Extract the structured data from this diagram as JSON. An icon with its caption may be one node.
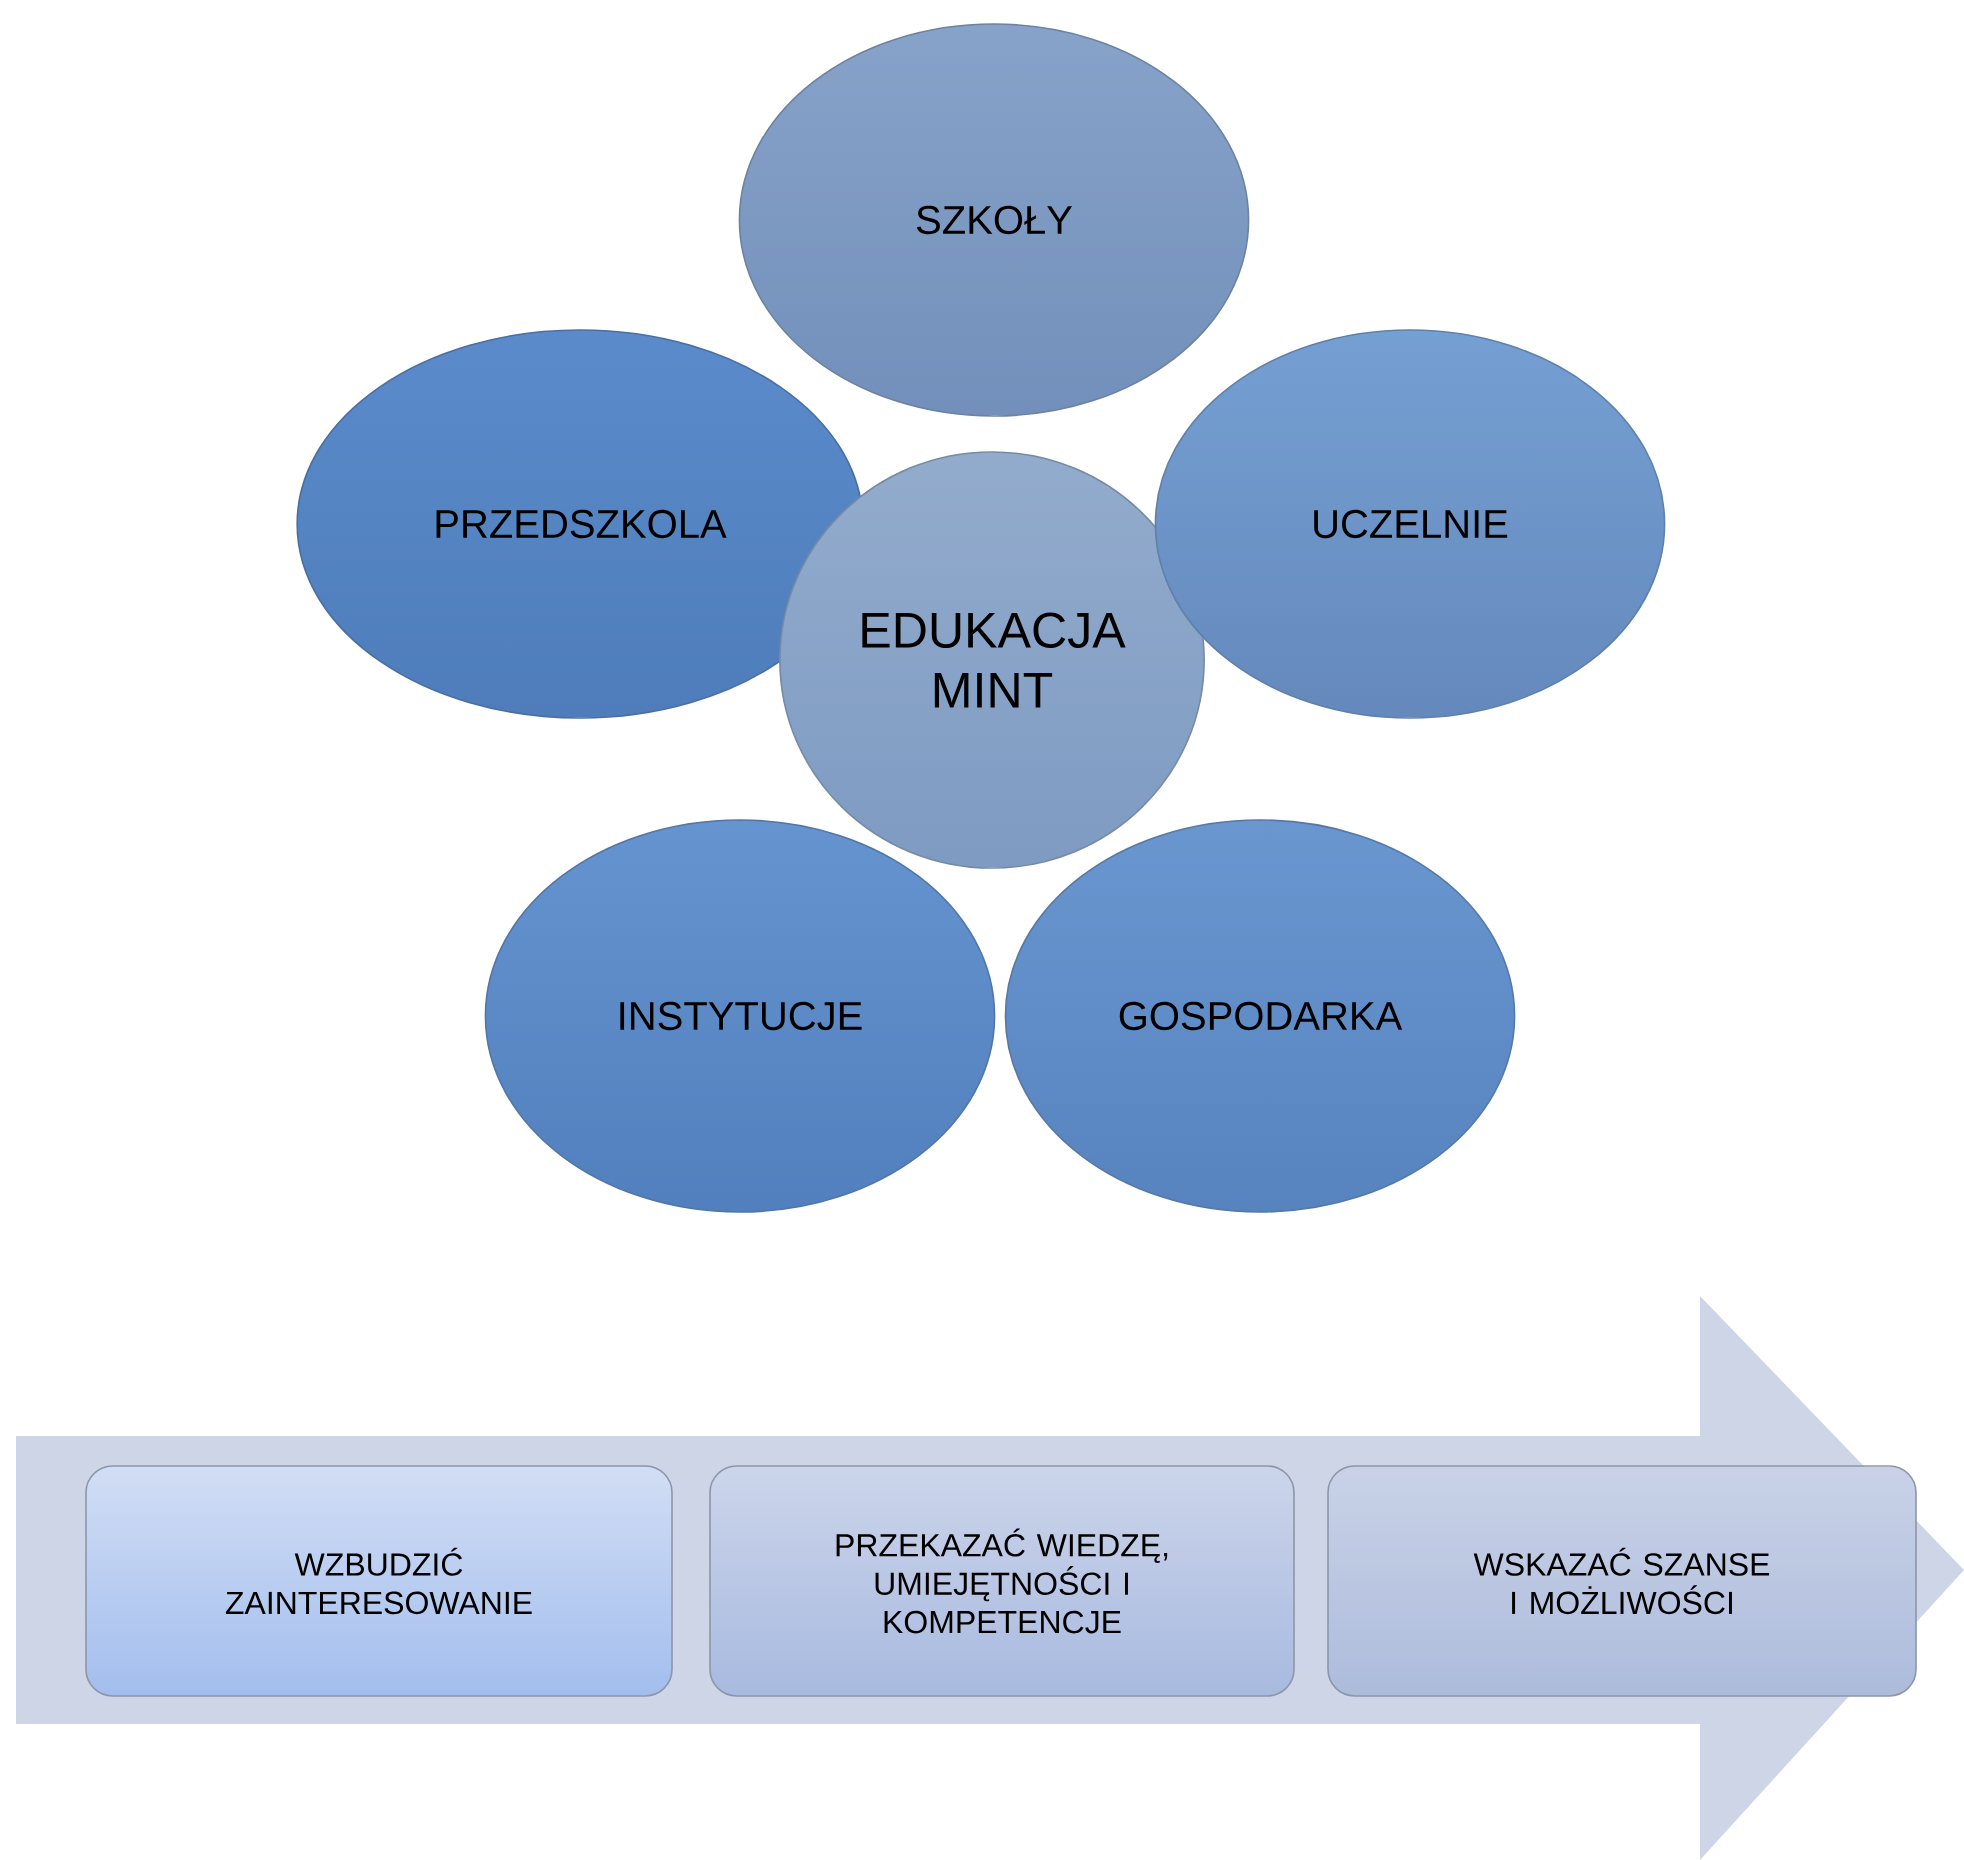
{
  "diagram": {
    "nodes": [
      {
        "text": [
          "SZKOŁY"
        ]
      },
      {
        "text": [
          "PRZEDSZKOLA"
        ]
      },
      {
        "text": [
          "EDUKACJA MINT"
        ]
      },
      {
        "text": [
          "UCZELNIE"
        ]
      },
      {
        "text": [
          "INSTYTUCJE"
        ]
      },
      {
        "text": [
          "GOSPODARKA"
        ]
      },
      {
        "text": [],
        "shape": "arrow"
      },
      {
        "text": [
          "WZBUDZIĆ ZAINTERESOWANIE"
        ],
        "in": 6
      },
      {
        "text": [
          "PRZEKAZAĆ WIEDZĘ, UMIEJĘTNOŚCI I KOMPETENCJE"
        ],
        "in": 6
      },
      {
        "text": [
          "WSKAZAĆ SZANSE I MOŻLIWOŚCI"
        ],
        "in": 6
      }
    ]
  }
}
